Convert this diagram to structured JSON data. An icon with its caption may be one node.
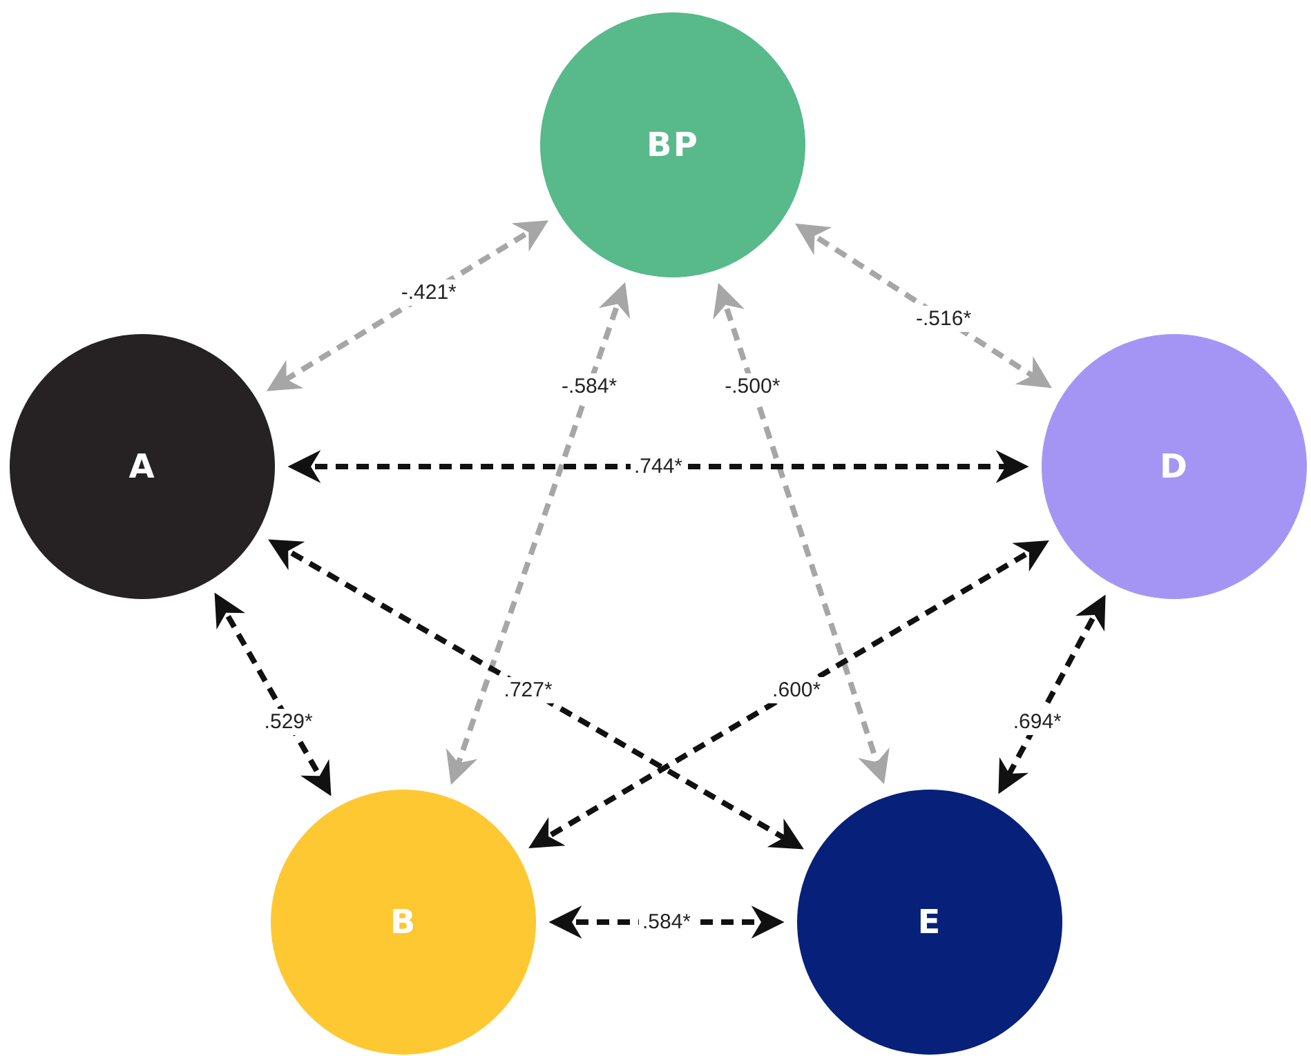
{
  "diagram": {
    "nodes": [
      {
        "text": [
          "BP"
        ]
      },
      {
        "text": [
          "A"
        ]
      },
      {
        "text": [
          "D"
        ]
      },
      {
        "text": [
          "B"
        ]
      },
      {
        "text": [
          "E"
        ]
      }
    ],
    "edges": [
      {
        "from": 0,
        "to": 1,
        "arrow": "both",
        "label": "-.421*",
        "style": "dashed",
        "color": "#a6a6a6"
      },
      {
        "from": 0,
        "to": 2,
        "arrow": "both",
        "label": "-.516*",
        "style": "dashed",
        "color": "#a6a6a6"
      },
      {
        "from": 0,
        "to": 3,
        "arrow": "both",
        "label": "-.584*",
        "style": "dashed",
        "color": "#a6a6a6"
      },
      {
        "from": 0,
        "to": 4,
        "arrow": "both",
        "label": "-.500*",
        "style": "dashed",
        "color": "#a6a6a6"
      },
      {
        "from": 1,
        "to": 2,
        "arrow": "both",
        "label": ".744*",
        "style": "dashed"
      },
      {
        "from": 1,
        "to": 4,
        "arrow": "both",
        "label": ".727*",
        "style": "dashed"
      },
      {
        "from": 2,
        "to": 3,
        "arrow": "both",
        "label": ".600*",
        "style": "dashed"
      },
      {
        "from": 1,
        "to": 3,
        "arrow": "both",
        "label": ".529*",
        "style": "dashed"
      },
      {
        "from": 2,
        "to": 4,
        "arrow": "both",
        "label": ".694*",
        "style": "dashed"
      },
      {
        "from": 3,
        "to": 4,
        "arrow": "both",
        "label": ".584*",
        "style": "dashed"
      }
    ]
  }
}
